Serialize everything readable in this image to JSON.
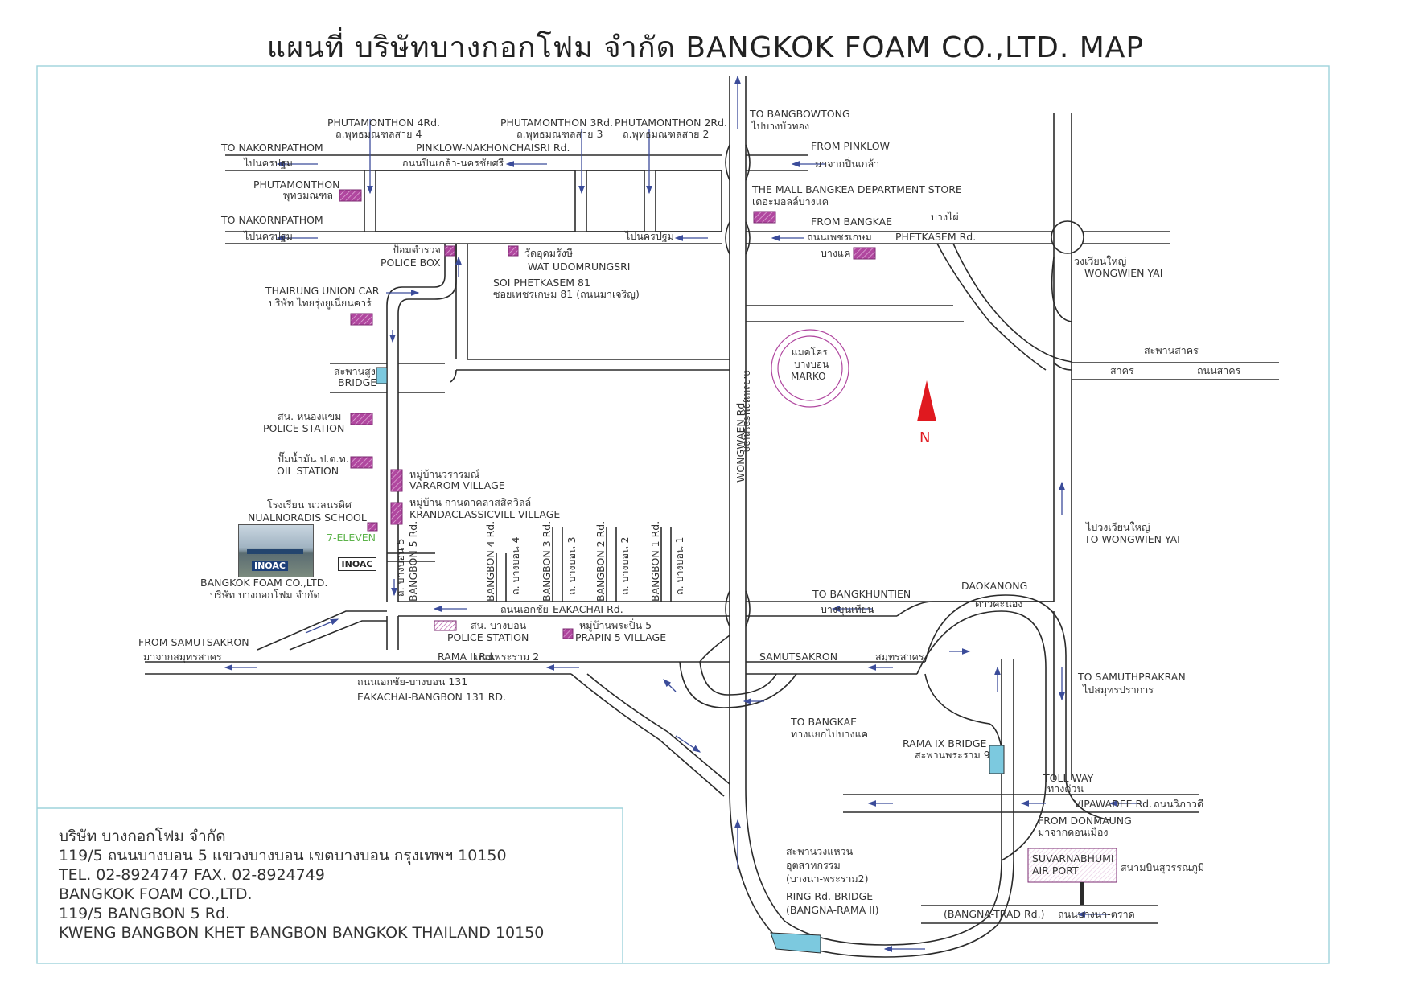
{
  "title": "แผนที่ บริษัทบางกอกโฟม จำกัด  BANGKOK FOAM CO.,LTD. MAP",
  "colors": {
    "frame": "#9ed3dc",
    "building_hatch": "#b0479f",
    "bridge": "#7cc9df",
    "arrow": "#3b4c9a",
    "north_arrow": "#e0191f",
    "seven_eleven": "#5cb34a"
  },
  "icons": {
    "north": "north-arrow-icon",
    "company_photo": "company-building-photo"
  },
  "labels": {
    "phutamonthon4_en": "PHUTAMONTHON 4Rd.",
    "phutamonthon4_th": "ถ.พุทธมณฑลสาย 4",
    "phutamonthon3_en": "PHUTAMONTHON 3Rd.",
    "phutamonthon3_th": "ถ.พุทธมณฑลสาย 3",
    "phutamonthon2_en": "PHUTAMONTHON 2Rd.",
    "phutamonthon2_th": "ถ.พุทธมณฑลสาย 2",
    "to_bangbowtong_en": "TO BANGBOWTONG",
    "to_bangbowtong_th": "ไปบางบัวทอง",
    "to_nakornpathom1_en": "TO NAKORNPATHOM",
    "to_nakornpathom1_th": "ไปนครปฐม",
    "pinklow_en": "PINKLOW-NAKHONCHAISRI Rd.",
    "pinklow_th": "ถนนปิ่นเกล้า-นครชัยศรี",
    "from_pinklow_en": "FROM PINKLOW",
    "from_pinklow_th": "มาจากปิ่นเกล้า",
    "phutamonthon_en": "PHUTAMONTHON",
    "phutamonthon_th": "พุทธมณฑล",
    "the_mall_en": "THE MALL BANGKEA DEPARTMENT STORE",
    "the_mall_th": "เดอะมอลล์บางแค",
    "to_nakornpathom2_en": "TO NAKORNPATHOM",
    "to_nakornpathom2_th": "ไปนครปฐม",
    "to_nakornpathom3_th": "ไปนครปฐม",
    "from_bangkae_en": "FROM BANGKAE",
    "bangphai_th": "บางไผ่",
    "phetkasem_th": "ถนนเพชรเกษม",
    "phetkasem_en": "PHETKASEM Rd.",
    "bangkae_th": "บางแค",
    "police_box_th": "ป้อมตำรวจ",
    "police_box_en": "POLICE BOX",
    "wat_th": "วัดอุดมรังษี",
    "wat_en": "WAT UDOMRUNGSRI",
    "wongwien_th": "วงเวียนใหญ่",
    "wongwien_en": "WONGWIEN YAI",
    "soi81_en": "SOI PHETKASEM 81",
    "soi81_th": "ซอยเพชรเกษม 81 (ถนนมาเจริญ)",
    "thairung_en": "THAIRUNG UNION CAR",
    "thairung_th": "บริษัท ไทยรุ่งยูเนี่ยนคาร์",
    "wongwaen_en": "WONGWAEN Rd.",
    "wongwaen_th": "ถ.วงแหวนรอบนอก",
    "marko_th1": "แมคโคร",
    "marko_th2": "บางบอน",
    "marko_en": "MARKO",
    "saphan_sakhon_th": "สะพานสาคร",
    "sakhon_th": "สาคร",
    "thanon_sakhon_th": "ถนนสาคร",
    "bridge_th": "สะพานสูง",
    "bridge_en": "BRIDGE",
    "north": "N",
    "nongkhaem_th": "สน. หนองแขม",
    "nongkhaem_en": "POLICE STATION",
    "oil_th": "ปั๊มน้ำมัน ป.ต.ท.",
    "oil_en": "OIL STATION",
    "vararom_th": "หมู่บ้านวรารมณ์",
    "vararom_en": "VARAROM VILLAGE",
    "krandac_th": "หมู่บ้าน กานดาคลาสสิควิลล์",
    "krandac_en": "KRANDACLASSICVILL  VILLAGE",
    "school_th": "โรงเรียน นวลนรดิศ",
    "school_en": "NUALNORADIS SCHOOL",
    "seven_eleven": "7-ELEVEN",
    "inoac": "INOAC",
    "to_wongwien_th": "ไปวงเวียนใหญ่",
    "to_wongwien_en": "TO WONGWIEN YAI",
    "bangbon5_th": "ถ. บางบอน 5",
    "bangbon5_en": "BANGBON 5 Rd.",
    "bangbon4_en": "BANGBON 4 Rd.",
    "bangbon4_th": "ถ. บางบอน 4",
    "bangbon3_en": "BANGBON 3 Rd.",
    "bangbon3_th": "ถ. บางบอน 3",
    "bangbon2_en": "BANGBON 2 Rd.",
    "bangbon2_th": "ถ. บางบอน 2",
    "bangbon1_en": "BANGBON 1 Rd.",
    "bangbon1_th": "ถ. บางบอน 1",
    "company_en": "BANGKOK FOAM CO.,LTD.",
    "company_th": "บริษัท บางกอกโฟม จำกัด",
    "daokanong_en": "DAOKANONG",
    "daokanong_th": "ดาวคะนอง",
    "to_bangkhuntien_en": "TO BANGKHUNTIEN",
    "to_bangkhuntien_th": "บางขุนเทียน",
    "eakachai_th": "ถนนเอกชัย",
    "eakachai_en": "EAKACHAI Rd.",
    "bangbon_police_th": "สน. บางบอน",
    "bangbon_police_en": "POLICE STATION",
    "prapin_th": "หมู่บ้านพระปิ่น 5",
    "prapin_en": "PRAPIN 5 VILLAGE",
    "from_samutsakron_en": "FROM SAMUTSAKRON",
    "from_samutsakron_th": "มาจากสมุทรสาคร",
    "rama2_en": "RAMA II Rd.",
    "rama2_th": "ถนนพระราม 2",
    "samutsakron_en": "SAMUTSAKRON",
    "samutsakron_th": "สมุทรสาคร",
    "to_samuthprakran_en": "TO SAMUTHPRAKRAN",
    "to_samuthprakran_th": "ไปสมุทรปราการ",
    "eb131_th": "ถนนเอกชัย-บางบอน 131",
    "eb131_en": "EAKACHAI-BANGBON 131 RD.",
    "to_bangkae_en": "TO BANGKAE",
    "to_bangkae_th": "ทางแยกไปบางแค",
    "rama9_en": "RAMA IX BRIDGE",
    "rama9_th": "สะพานพระราม 9",
    "tollway_en": "TOLL WAY",
    "tollway_th": "ทางด่วน",
    "vipawadee_en": "VIPAWADEE Rd.",
    "vipawadee_th": "ถนนวิภาวดี",
    "from_donmaung_en": "FROM DONMAUNG",
    "from_donmaung_th": "มาจากดอนเมือง",
    "ring_th1": "สะพานวงแหวน",
    "ring_th2": "อุตสาหกรรม",
    "ring_th3": "(บางนา-พระราม2)",
    "ring_en1": "RING Rd. BRIDGE",
    "ring_en2": "(BANGNA-RAMA II)",
    "suvarnabhumi_en1": "SUVARNABHUMI",
    "suvarnabhumi_en2": "AIR PORT",
    "suvarnabhumi_th": "สนามบินสุวรรณภูมิ",
    "bangna_en": "(BANGNA-TRAD Rd.)",
    "bangna_th": "ถนนบางนา-ตราด"
  },
  "address": {
    "line1": "บริษัท บางกอกโฟม จำกัด",
    "line2": "119/5  ถนนบางบอน 5 แขวงบางบอน เขตบางบอน กรุงเทพฯ 10150",
    "line3": "TEL. 02-8924747 FAX. 02-8924749",
    "line4": " BANGKOK FOAM CO.,LTD.",
    "line5": "119/5 BANGBON 5 Rd.",
    "line6": "KWENG BANGBON KHET BANGBON BANGKOK THAILAND 10150"
  }
}
